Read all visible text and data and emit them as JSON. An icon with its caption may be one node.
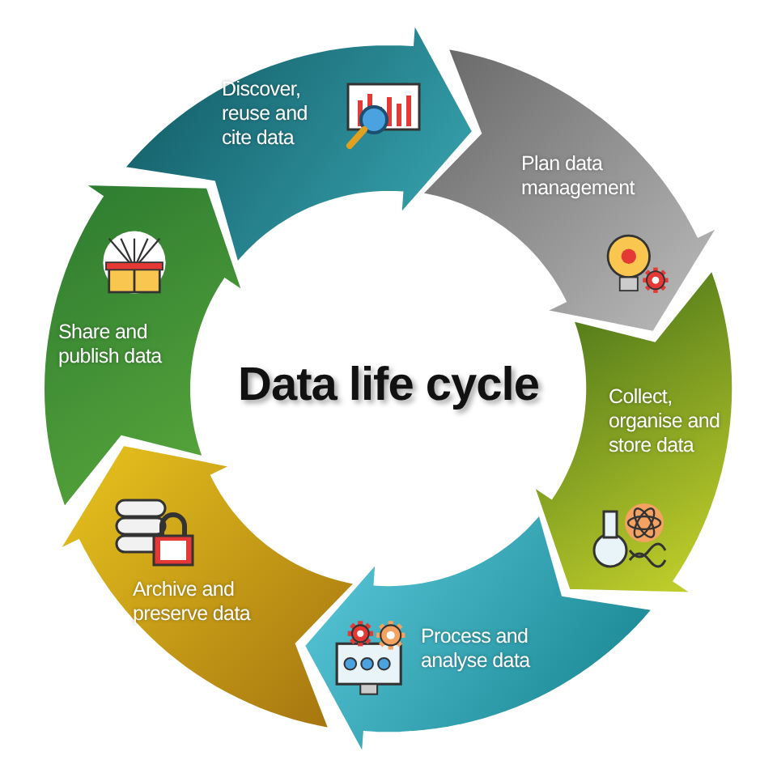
{
  "diagram": {
    "title": "Data life cycle",
    "nodes": [
      {
        "text": [
          "Discover, reuse and cite data"
        ]
      },
      {
        "text": [
          "Plan data management"
        ]
      },
      {
        "text": [
          "Collect, organise and store data"
        ]
      },
      {
        "text": [
          "Process and analyse data"
        ]
      },
      {
        "text": [
          "Archive and preserve data"
        ]
      },
      {
        "text": [
          "Share and publish data"
        ]
      }
    ]
  }
}
